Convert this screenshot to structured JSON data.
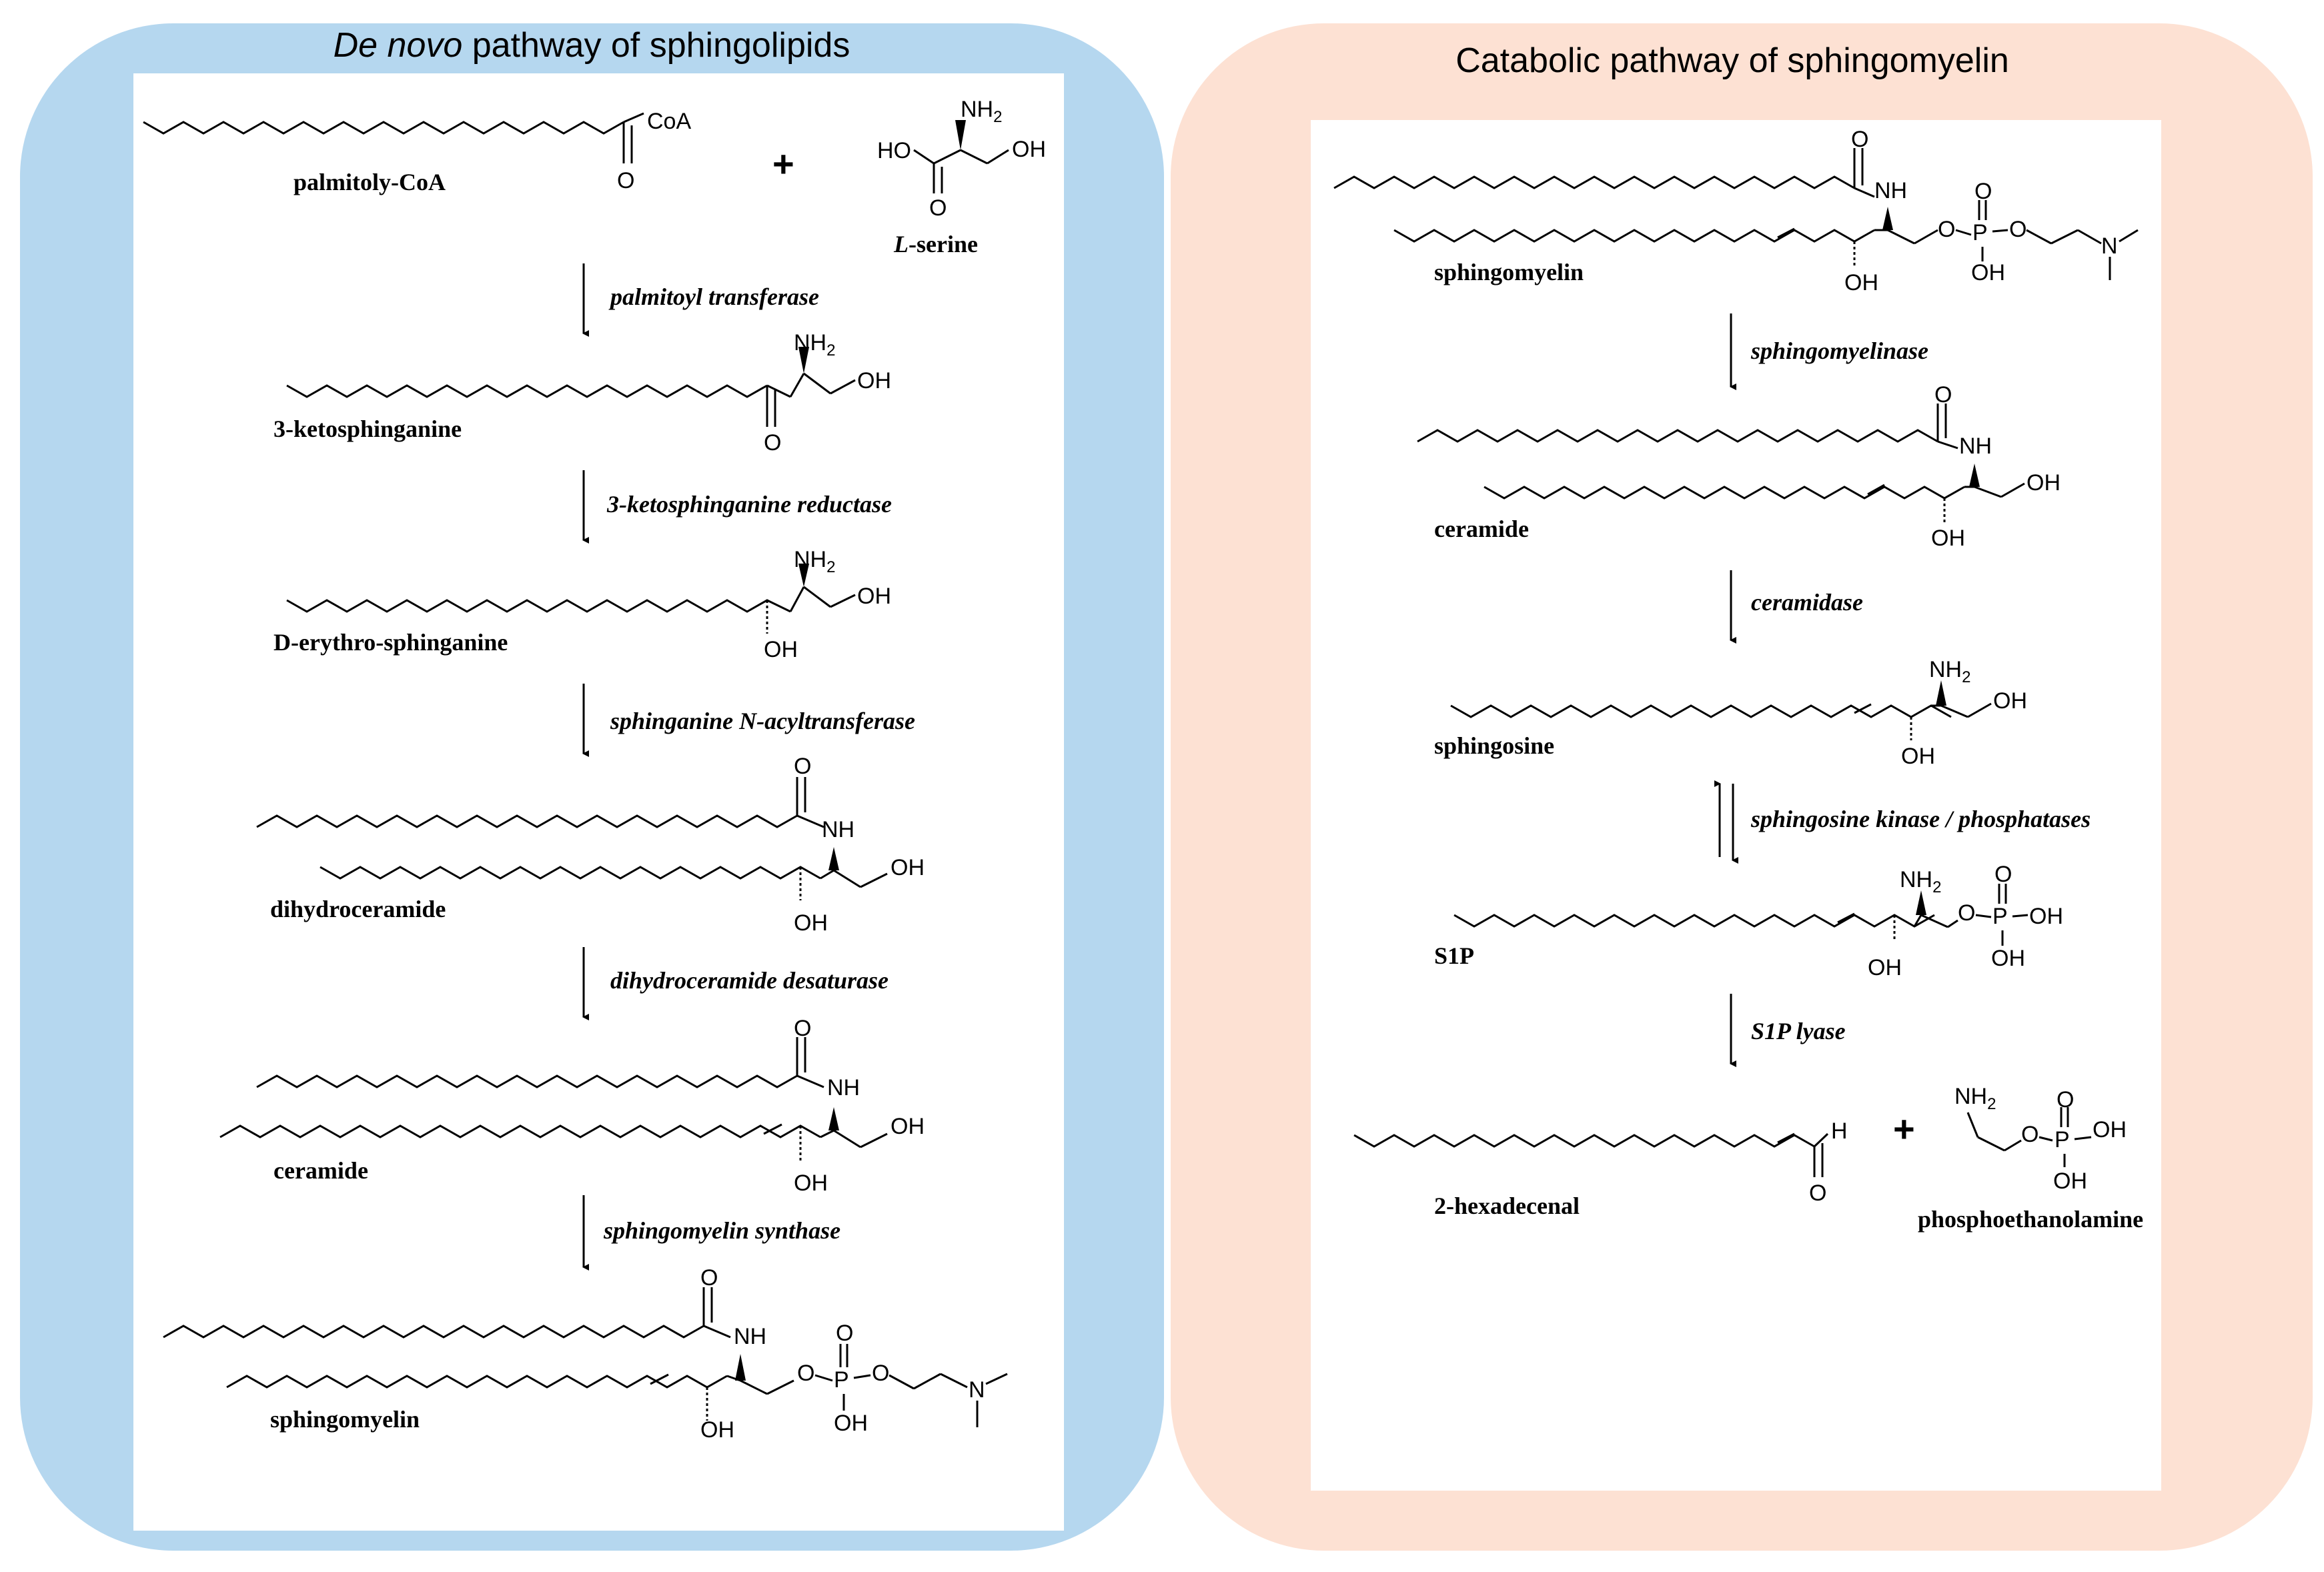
{
  "colors": {
    "left_panel": "#b5d7ef",
    "right_panel": "#fde1d3",
    "inner": "#ffffff",
    "ink": "#000000"
  },
  "left": {
    "title_italic": "De novo",
    "title_rest": " pathway of sphingolipids",
    "compounds": {
      "palmitoyl_coa": "palmitoly-CoA",
      "l_serine_prefix": "L",
      "l_serine_suffix": "-serine",
      "ketosphinganine": "3-ketosphinganine",
      "sphinganine": "D-erythro-sphinganine",
      "dihydroceramide": "dihydroceramide",
      "ceramide": "ceramide",
      "sphingomyelin": "sphingomyelin"
    },
    "enzymes": {
      "e1": "palmitoyl transferase",
      "e2": "3-ketosphinganine reductase",
      "e3": "sphinganine N-acyltransferase",
      "e4": "dihydroceramide desaturase",
      "e5": "sphingomyelin synthase"
    }
  },
  "right": {
    "title": "Catabolic pathway of sphingomyelin",
    "compounds": {
      "sphingomyelin": "sphingomyelin",
      "ceramide": "ceramide",
      "sphingosine": "sphingosine",
      "s1p": "S1P",
      "hexadecenal": "2-hexadecenal",
      "phosphoethanolamine": "phosphoethanolamine"
    },
    "enzymes": {
      "e1": "sphingomyelinase",
      "e2": "ceramidase",
      "e3": "sphingosine kinase / phosphatases",
      "e4": "S1P lyase"
    }
  },
  "symbols": {
    "plus": "+"
  },
  "atoms": {
    "coa": "CoA",
    "o": "O",
    "nh": "NH",
    "nh2": "NH",
    "nh2_sub": "2",
    "oh": "OH",
    "ho": "HO",
    "p": "P",
    "n": "N",
    "h": "H"
  }
}
